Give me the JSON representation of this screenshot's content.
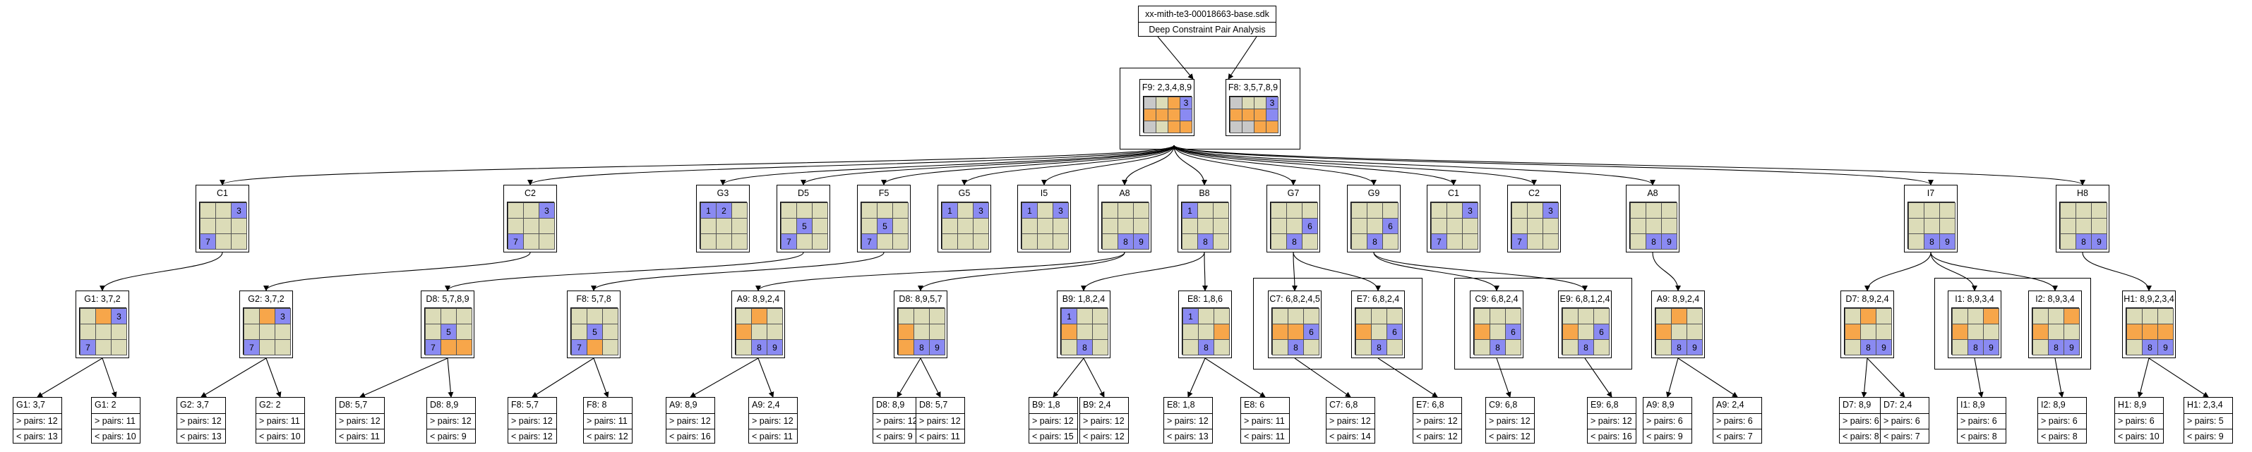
{
  "title": {
    "line1": "xx-mith-te3-00018663-base.sdk",
    "line2": "Deep Constraint Pair Analysis"
  },
  "colors": {
    "tan": "#dcdcb8",
    "blue": "#8a8af2",
    "orange": "#f7a64a",
    "gray": "#c8c8c8"
  },
  "roots": [
    {
      "label": "F9: 2,3,4,8,9",
      "cells": [
        [
          "g",
          "t",
          "o",
          "b3"
        ],
        [
          "o",
          "o",
          "o",
          "b"
        ],
        [
          "g",
          "t",
          "o",
          "o"
        ]
      ]
    },
    {
      "label": "F8: 3,5,7,8,9",
      "cells": [
        [
          "g",
          "t",
          "t",
          "b3"
        ],
        [
          "o",
          "o",
          "o",
          "b"
        ],
        [
          "g",
          "g",
          "o",
          "o"
        ]
      ]
    }
  ],
  "level1": [
    {
      "label": "C1",
      "cells": [
        [
          "t",
          "t",
          "b3"
        ],
        [
          "t",
          "t",
          "t"
        ],
        [
          "b7",
          "t",
          "t"
        ]
      ]
    },
    {
      "label": "C2",
      "cells": [
        [
          "t",
          "t",
          "b3"
        ],
        [
          "t",
          "t",
          "t"
        ],
        [
          "b7",
          "t",
          "t"
        ]
      ]
    },
    {
      "label": "G3",
      "cells": [
        [
          "b1",
          "b2",
          "t"
        ],
        [
          "t",
          "t",
          "t"
        ],
        [
          "t",
          "t",
          "t"
        ]
      ]
    },
    {
      "label": "D5",
      "cells": [
        [
          "t",
          "t",
          "t"
        ],
        [
          "t",
          "b5",
          "t"
        ],
        [
          "b7",
          "t",
          "t"
        ]
      ]
    },
    {
      "label": "F5",
      "cells": [
        [
          "t",
          "t",
          "t"
        ],
        [
          "t",
          "b5",
          "t"
        ],
        [
          "b7",
          "t",
          "t"
        ]
      ]
    },
    {
      "label": "G5",
      "cells": [
        [
          "b1",
          "t",
          "b3"
        ],
        [
          "t",
          "t",
          "t"
        ],
        [
          "t",
          "t",
          "t"
        ]
      ]
    },
    {
      "label": "I5",
      "cells": [
        [
          "b1",
          "t",
          "b3"
        ],
        [
          "t",
          "t",
          "t"
        ],
        [
          "t",
          "t",
          "t"
        ]
      ]
    },
    {
      "label": "A8",
      "cells": [
        [
          "t",
          "t",
          "t"
        ],
        [
          "t",
          "t",
          "t"
        ],
        [
          "t",
          "b8",
          "b9"
        ]
      ]
    },
    {
      "label": "B8",
      "cells": [
        [
          "b1",
          "t",
          "t"
        ],
        [
          "t",
          "t",
          "t"
        ],
        [
          "t",
          "b8",
          "t"
        ]
      ]
    },
    {
      "label": "G7",
      "cells": [
        [
          "t",
          "t",
          "t"
        ],
        [
          "t",
          "t",
          "b6"
        ],
        [
          "t",
          "b8",
          "t"
        ]
      ]
    },
    {
      "label": "G9",
      "cells": [
        [
          "t",
          "t",
          "t"
        ],
        [
          "t",
          "t",
          "b6"
        ],
        [
          "t",
          "b8",
          "t"
        ]
      ]
    },
    {
      "label": "C1",
      "cells": [
        [
          "t",
          "t",
          "b3"
        ],
        [
          "t",
          "t",
          "t"
        ],
        [
          "b7",
          "t",
          "t"
        ]
      ]
    },
    {
      "label": "C2",
      "cells": [
        [
          "t",
          "t",
          "b3"
        ],
        [
          "t",
          "t",
          "t"
        ],
        [
          "b7",
          "t",
          "t"
        ]
      ]
    },
    {
      "label": "A8",
      "cells": [
        [
          "t",
          "t",
          "t"
        ],
        [
          "t",
          "t",
          "t"
        ],
        [
          "t",
          "b8",
          "b9"
        ]
      ]
    },
    {
      "label": "I7",
      "cells": [
        [
          "t",
          "t",
          "t"
        ],
        [
          "t",
          "t",
          "t"
        ],
        [
          "t",
          "b8",
          "b9"
        ]
      ]
    },
    {
      "label": "H8",
      "cells": [
        [
          "t",
          "t",
          "t"
        ],
        [
          "t",
          "t",
          "t"
        ],
        [
          "t",
          "b8",
          "b9"
        ]
      ]
    }
  ],
  "level2": [
    {
      "label": "G1: 3,7,2",
      "cells": [
        [
          "t",
          "o",
          "b3"
        ],
        [
          "t",
          "t",
          "t"
        ],
        [
          "b7",
          "t",
          "t"
        ]
      ]
    },
    {
      "label": "G2: 3,7,2",
      "cells": [
        [
          "t",
          "o",
          "b3"
        ],
        [
          "t",
          "t",
          "t"
        ],
        [
          "b7",
          "t",
          "t"
        ]
      ]
    },
    {
      "label": "D8: 5,7,8,9",
      "cells": [
        [
          "t",
          "t",
          "t"
        ],
        [
          "t",
          "b5",
          "t"
        ],
        [
          "b7",
          "o",
          "o"
        ]
      ]
    },
    {
      "label": "F8: 5,7,8",
      "cells": [
        [
          "t",
          "t",
          "t"
        ],
        [
          "t",
          "b5",
          "t"
        ],
        [
          "b7",
          "o",
          "t"
        ]
      ]
    },
    {
      "label": "A9: 8,9,2,4",
      "cells": [
        [
          "t",
          "o",
          "t"
        ],
        [
          "o",
          "t",
          "t"
        ],
        [
          "t",
          "b8",
          "b9"
        ]
      ]
    },
    {
      "label": "D8: 8,9,5,7",
      "cells": [
        [
          "t",
          "t",
          "t"
        ],
        [
          "o",
          "t",
          "t"
        ],
        [
          "o",
          "b8",
          "b9"
        ]
      ]
    },
    {
      "label": "B9: 1,8,2,4",
      "cells": [
        [
          "b1",
          "t",
          "t"
        ],
        [
          "o",
          "t",
          "t"
        ],
        [
          "t",
          "b8",
          "t"
        ]
      ]
    },
    {
      "label": "E8: 1,8,6",
      "cells": [
        [
          "b1",
          "t",
          "t"
        ],
        [
          "t",
          "t",
          "o"
        ],
        [
          "t",
          "b8",
          "t"
        ]
      ]
    },
    {
      "label": "C7: 6,8,2,4,5",
      "cells": [
        [
          "t",
          "t",
          "t"
        ],
        [
          "o",
          "o",
          "b6"
        ],
        [
          "t",
          "b8",
          "t"
        ]
      ]
    },
    {
      "label": "E7: 6,8,2,4",
      "cells": [
        [
          "t",
          "t",
          "t"
        ],
        [
          "o",
          "t",
          "b6"
        ],
        [
          "t",
          "b8",
          "t"
        ]
      ]
    },
    {
      "label": "C9: 6,8,2,4",
      "cells": [
        [
          "t",
          "t",
          "t"
        ],
        [
          "o",
          "t",
          "b6"
        ],
        [
          "t",
          "b8",
          "t"
        ]
      ]
    },
    {
      "label": "E9: 6,8,1,2,4",
      "cells": [
        [
          "t",
          "t",
          "t"
        ],
        [
          "o",
          "t",
          "b6"
        ],
        [
          "t",
          "b8",
          "t"
        ]
      ]
    },
    {
      "label": "A9: 8,9,2,4",
      "cells": [
        [
          "t",
          "o",
          "t"
        ],
        [
          "o",
          "t",
          "t"
        ],
        [
          "t",
          "b8",
          "b9"
        ]
      ]
    },
    {
      "label": "D7: 8,9,2,4",
      "cells": [
        [
          "t",
          "o",
          "t"
        ],
        [
          "o",
          "t",
          "t"
        ],
        [
          "t",
          "b8",
          "b9"
        ]
      ]
    },
    {
      "label": "I1: 8,9,3,4",
      "cells": [
        [
          "t",
          "t",
          "o"
        ],
        [
          "o",
          "t",
          "t"
        ],
        [
          "t",
          "b8",
          "b9"
        ]
      ]
    },
    {
      "label": "I2: 8,9,3,4",
      "cells": [
        [
          "t",
          "t",
          "o"
        ],
        [
          "o",
          "t",
          "t"
        ],
        [
          "t",
          "b8",
          "b9"
        ]
      ]
    },
    {
      "label": "H1: 8,9,2,3,4",
      "cells": [
        [
          "t",
          "t",
          "t"
        ],
        [
          "o",
          "o",
          "o"
        ],
        [
          "t",
          "b8",
          "b9"
        ]
      ]
    }
  ],
  "leaves": [
    {
      "label": "G1: 3,7",
      "gt": "> pairs: 12",
      "lt": "< pairs: 13"
    },
    {
      "label": "G1: 2",
      "gt": "> pairs: 11",
      "lt": "< pairs: 10"
    },
    {
      "label": "G2: 3,7",
      "gt": "> pairs: 12",
      "lt": "< pairs: 13"
    },
    {
      "label": "G2: 2",
      "gt": "> pairs: 11",
      "lt": "< pairs: 10"
    },
    {
      "label": "D8: 5,7",
      "gt": "> pairs: 12",
      "lt": "< pairs: 11"
    },
    {
      "label": "D8: 8,9",
      "gt": "> pairs: 12",
      "lt": "< pairs: 9"
    },
    {
      "label": "F8: 5,7",
      "gt": "> pairs: 12",
      "lt": "< pairs: 12"
    },
    {
      "label": "F8: 8",
      "gt": "> pairs: 11",
      "lt": "< pairs: 12"
    },
    {
      "label": "A9: 8,9",
      "gt": "> pairs: 12",
      "lt": "< pairs: 16"
    },
    {
      "label": "A9: 2,4",
      "gt": "> pairs: 12",
      "lt": "< pairs: 11"
    },
    {
      "label": "D8: 8,9",
      "gt": "> pairs: 12",
      "lt": "< pairs: 9"
    },
    {
      "label": "D8: 5,7",
      "gt": "> pairs: 12",
      "lt": "< pairs: 11"
    },
    {
      "label": "B9: 1,8",
      "gt": "> pairs: 12",
      "lt": "< pairs: 15"
    },
    {
      "label": "B9: 2,4",
      "gt": "> pairs: 12",
      "lt": "< pairs: 12"
    },
    {
      "label": "E8: 1,8",
      "gt": "> pairs: 12",
      "lt": "< pairs: 13"
    },
    {
      "label": "E8: 6",
      "gt": "> pairs: 11",
      "lt": "< pairs: 11"
    },
    {
      "label": "C7: 6,8",
      "gt": "> pairs: 12",
      "lt": "< pairs: 14"
    },
    {
      "label": "E7: 6,8",
      "gt": "> pairs: 12",
      "lt": "< pairs: 12"
    },
    {
      "label": "C9: 6,8",
      "gt": "> pairs: 12",
      "lt": "< pairs: 12"
    },
    {
      "label": "E9: 6,8",
      "gt": "> pairs: 12",
      "lt": "< pairs: 16"
    },
    {
      "label": "A9: 8,9",
      "gt": "> pairs: 6",
      "lt": "< pairs: 9"
    },
    {
      "label": "A9: 2,4",
      "gt": "> pairs: 6",
      "lt": "< pairs: 7"
    },
    {
      "label": "D7: 8,9",
      "gt": "> pairs: 6",
      "lt": "< pairs: 8"
    },
    {
      "label": "D7: 2,4",
      "gt": "> pairs: 6",
      "lt": "< pairs: 7"
    },
    {
      "label": "I1: 8,9",
      "gt": "> pairs: 6",
      "lt": "< pairs: 8"
    },
    {
      "label": "I2: 8,9",
      "gt": "> pairs: 6",
      "lt": "< pairs: 8"
    },
    {
      "label": "H1: 8,9",
      "gt": "> pairs: 6",
      "lt": "< pairs: 10"
    },
    {
      "label": "H1: 2,3,4",
      "gt": "> pairs: 5",
      "lt": "< pairs: 9"
    }
  ]
}
